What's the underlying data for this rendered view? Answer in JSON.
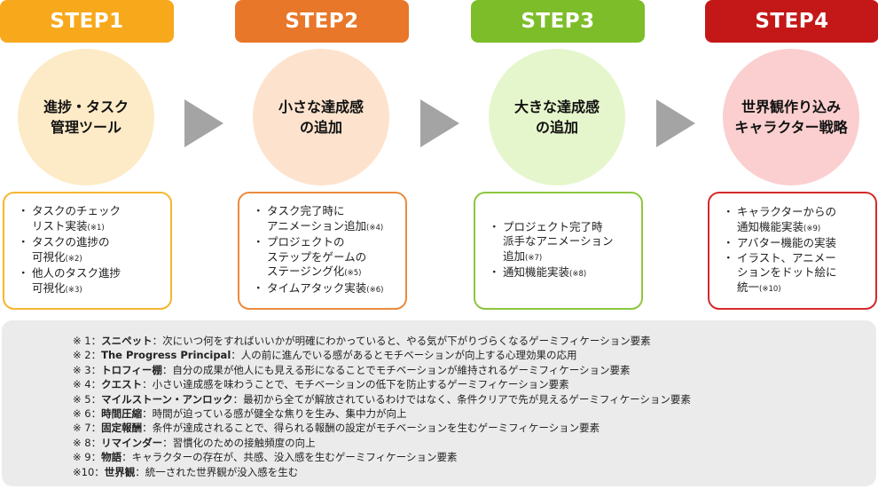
{
  "steps": [
    {
      "header": "STEP1",
      "header_color": "#f7a81b",
      "circle_color": "#fdebc7",
      "border_color": "#f5b630",
      "circle_lines": [
        "進捗・タスク",
        "管理ツール"
      ],
      "items": [
        {
          "lines": [
            "タスクのチェック",
            "リスト実装"
          ],
          "note": "(※1)"
        },
        {
          "lines": [
            "タスクの進捗の",
            "可視化"
          ],
          "note": "(※2)"
        },
        {
          "lines": [
            "他人のタスク進捗",
            "可視化"
          ],
          "note": "(※3)"
        }
      ]
    },
    {
      "header": "STEP2",
      "header_color": "#e8772a",
      "circle_color": "#fde3ce",
      "border_color": "#ec8a3d",
      "circle_lines": [
        "小さな達成感",
        "の追加"
      ],
      "items": [
        {
          "lines": [
            "タスク完了時に",
            "アニメーション追加"
          ],
          "note": "(※4)"
        },
        {
          "lines": [
            "プロジェクトの",
            "ステップをゲームの",
            "ステージング化"
          ],
          "note": "(※5)"
        },
        {
          "lines": [
            "タイムアタック実装"
          ],
          "note": "(※6)"
        }
      ]
    },
    {
      "header": "STEP3",
      "header_color": "#7dbd2a",
      "circle_color": "#e6f6cc",
      "border_color": "#8cc63f",
      "circle_lines": [
        "大きな達成感",
        "の追加"
      ],
      "items": [
        {
          "lines": [
            "プロジェクト完了時",
            "派手なアニメーション",
            "追加"
          ],
          "note": "(※7)"
        },
        {
          "lines": [
            "通知機能実装"
          ],
          "note": "(※8)"
        }
      ]
    },
    {
      "header": "STEP4",
      "header_color": "#c41818",
      "circle_color": "#fbcfcf",
      "border_color": "#d42a2a",
      "circle_lines": [
        "世界観作り込み",
        "キャラクター戦略"
      ],
      "items": [
        {
          "lines": [
            "キャラクターからの",
            "通知機能実装"
          ],
          "note": "(※9)"
        },
        {
          "lines": [
            "アバター機能の実装"
          ],
          "note": ""
        },
        {
          "lines": [
            "イラスト、アニメー",
            "ションをドット絵に",
            "統一"
          ],
          "note": "(※10)"
        }
      ]
    }
  ],
  "notes": [
    {
      "marker": "※ 1：",
      "term": "スニペット",
      "desc": "：次にいつ何をすればいいかが明確にわかっていると、やる気が下がりづらくなるゲーミフィケーション要素"
    },
    {
      "marker": "※ 2：",
      "term": "The Progress Principal",
      "desc": "：人の前に進んでいる感があるとモチベーションが向上する心理効果の応用"
    },
    {
      "marker": "※ 3：",
      "term": "トロフィー棚",
      "desc": "：自分の成果が他人にも見える形になることでモチベーションが維持されるゲーミフィケーション要素"
    },
    {
      "marker": "※ 4：",
      "term": "クエスト",
      "desc": "：小さい達成感を味わうことで、モチベーションの低下を防止するゲーミフィケーション要素"
    },
    {
      "marker": "※ 5：",
      "term": "マイルストーン・アンロック",
      "desc": "：最初から全てが解放されているわけではなく、条件クリアで先が見えるゲーミフィケーション要素"
    },
    {
      "marker": "※ 6：",
      "term": "時間圧縮",
      "desc": "：時間が迫っている感が健全な焦りを生み、集中力が向上"
    },
    {
      "marker": "※ 7：",
      "term": "固定報酬",
      "desc": "：条件が達成されることで、得られる報酬の設定がモチベーションを生むゲーミフィケーション要素"
    },
    {
      "marker": "※ 8：",
      "term": "リマインダー",
      "desc": "：習慣化のための接触頻度の向上"
    },
    {
      "marker": "※ 9：",
      "term": "物語",
      "desc": "：キャラクターの存在が、共感、没入感を生むゲーミフィケーション要素"
    },
    {
      "marker": "※10：",
      "term": "世界観",
      "desc": "：統一された世界観が没入感を生む"
    }
  ]
}
